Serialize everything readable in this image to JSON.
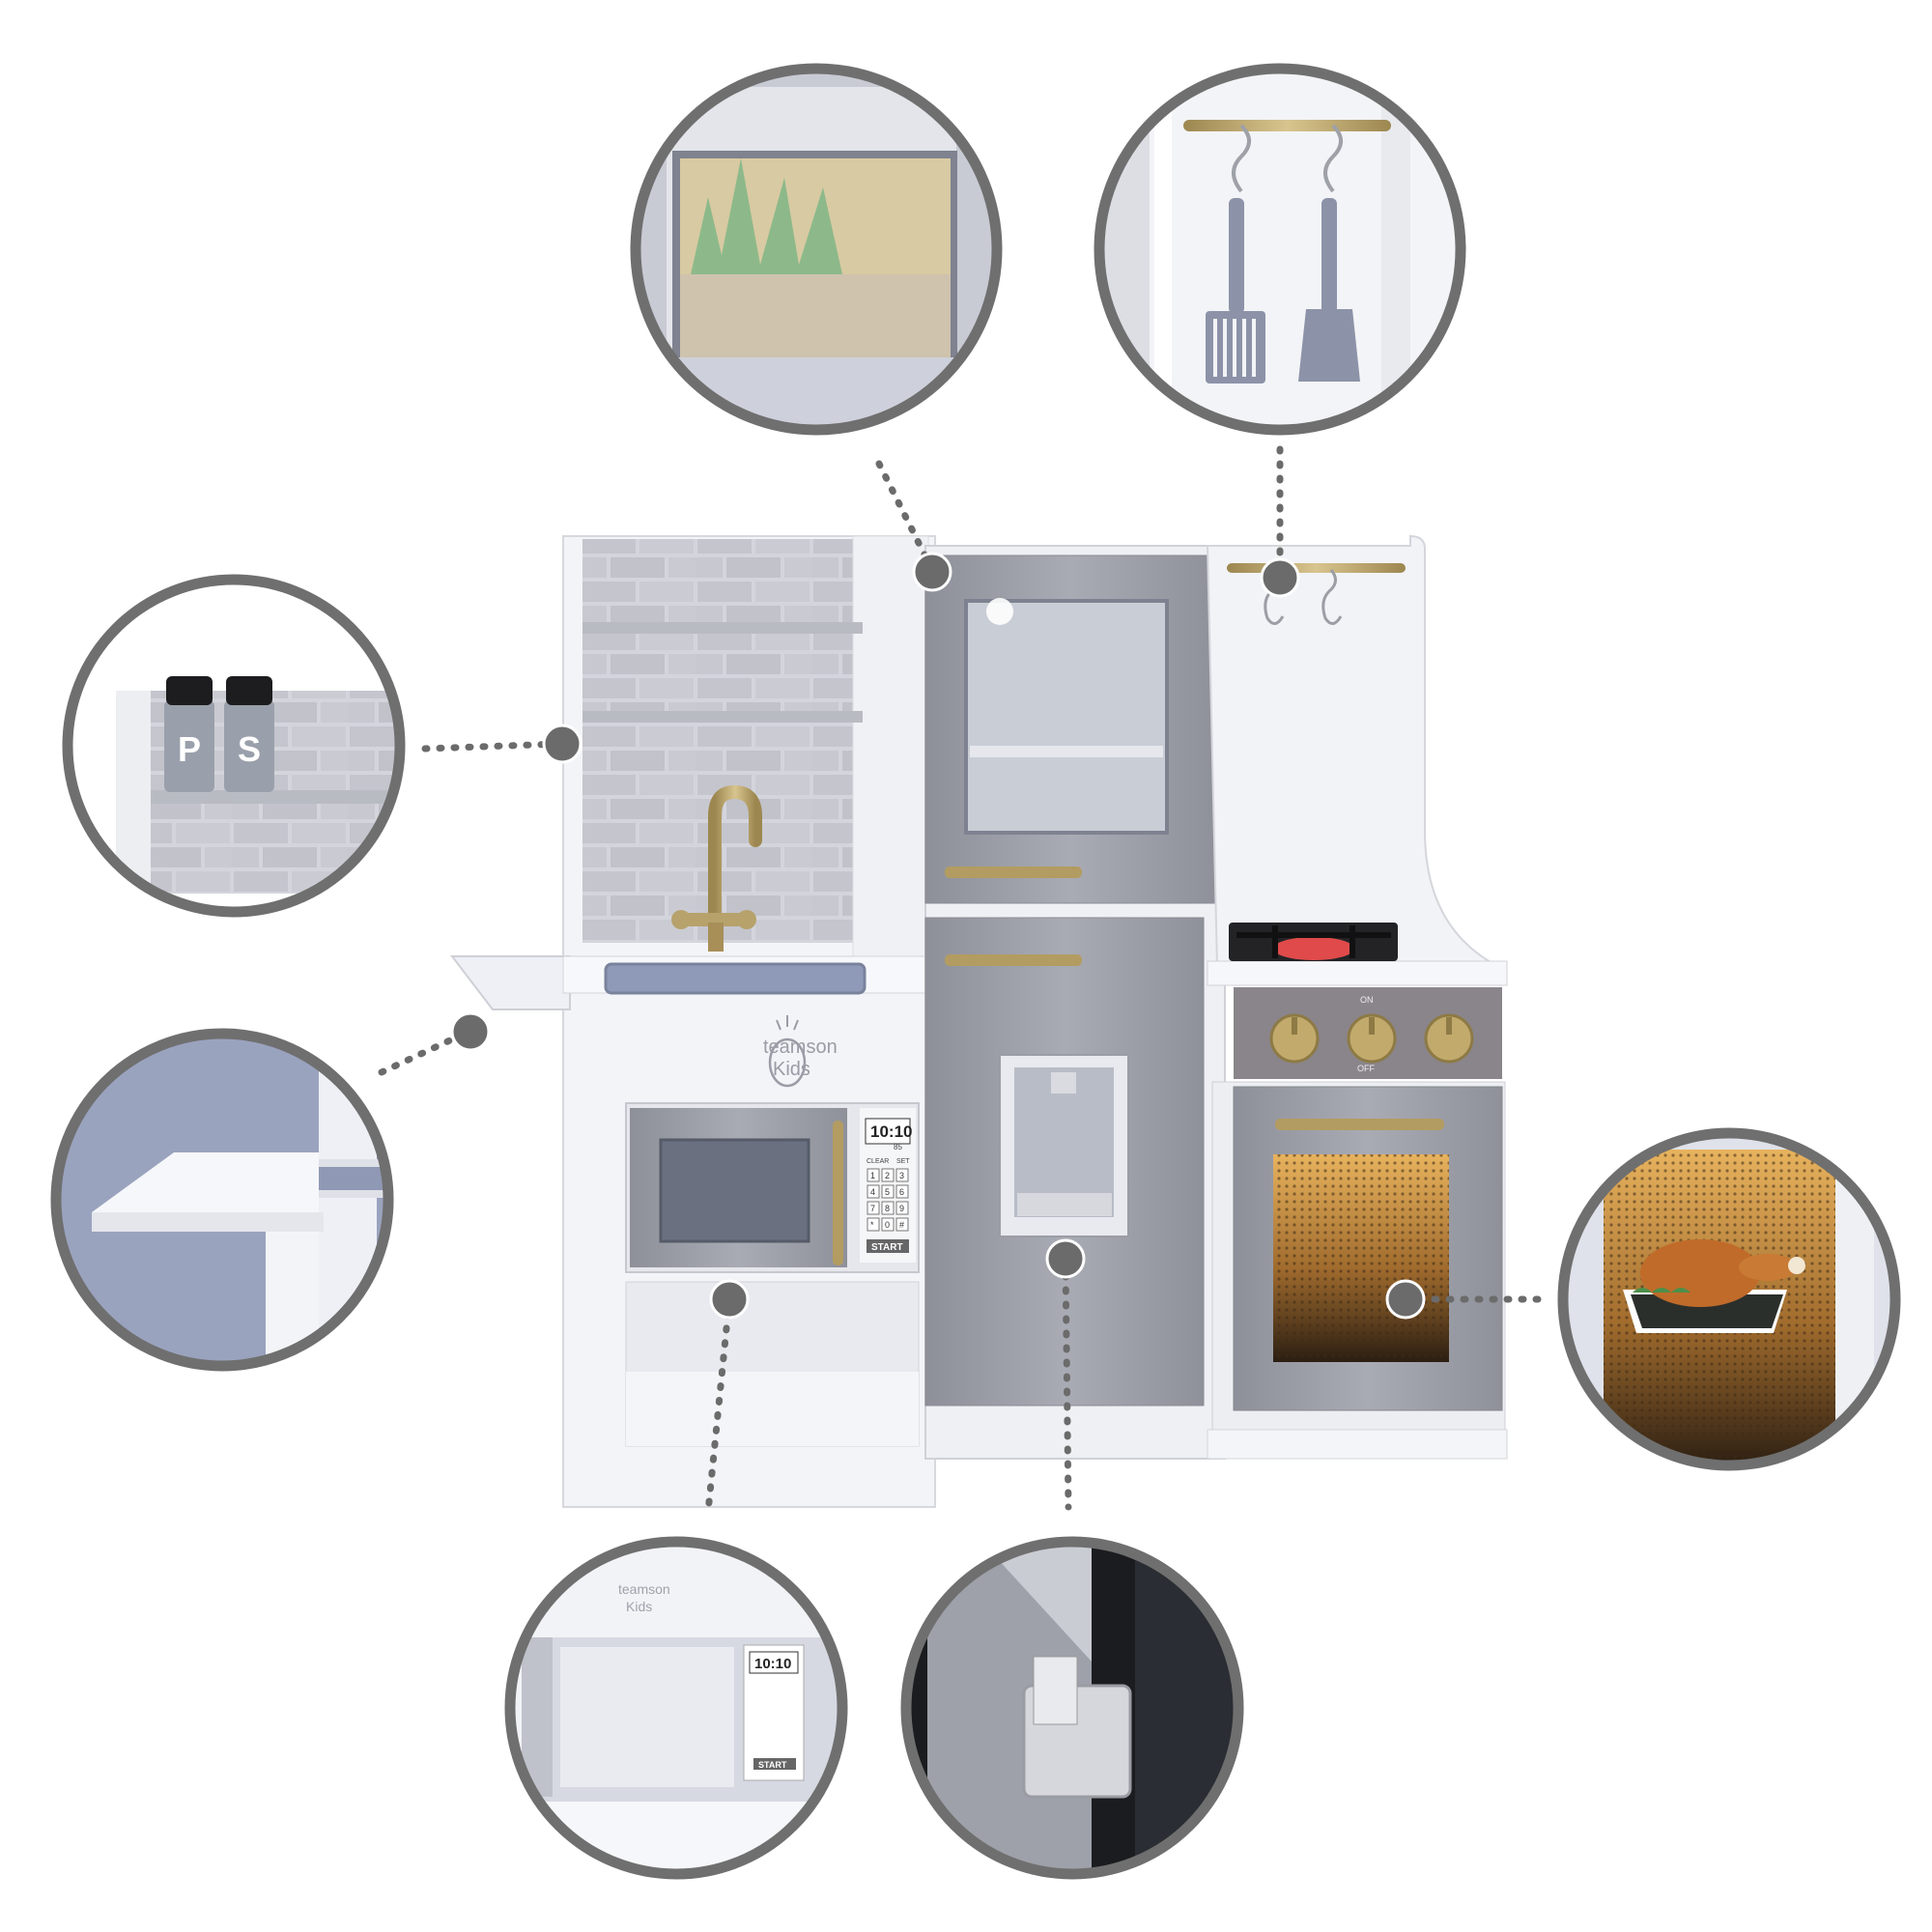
{
  "brand": {
    "name_line1": "teamson",
    "name_line2": "Kids"
  },
  "microwave": {
    "time": "10:10",
    "small_readout": "85",
    "btn_clear": "CLEAR",
    "btn_set": "SET",
    "keypad": [
      "1",
      "2",
      "3",
      "4",
      "5",
      "6",
      "7",
      "8",
      "9",
      "*",
      "0",
      "#"
    ],
    "btn_start": "START"
  },
  "stove": {
    "label_on": "ON",
    "label_off": "OFF"
  },
  "spice_jars": {
    "left_letter": "P",
    "right_letter": "S"
  },
  "colors": {
    "callout_ring": "#6f6f6f",
    "callout_dot": "#6b6b6b",
    "cabinet_white": "#f4f5f9",
    "panel_grey": "#a3a5ae",
    "brass": "#b9a26a",
    "tile": "#c9cad2"
  }
}
